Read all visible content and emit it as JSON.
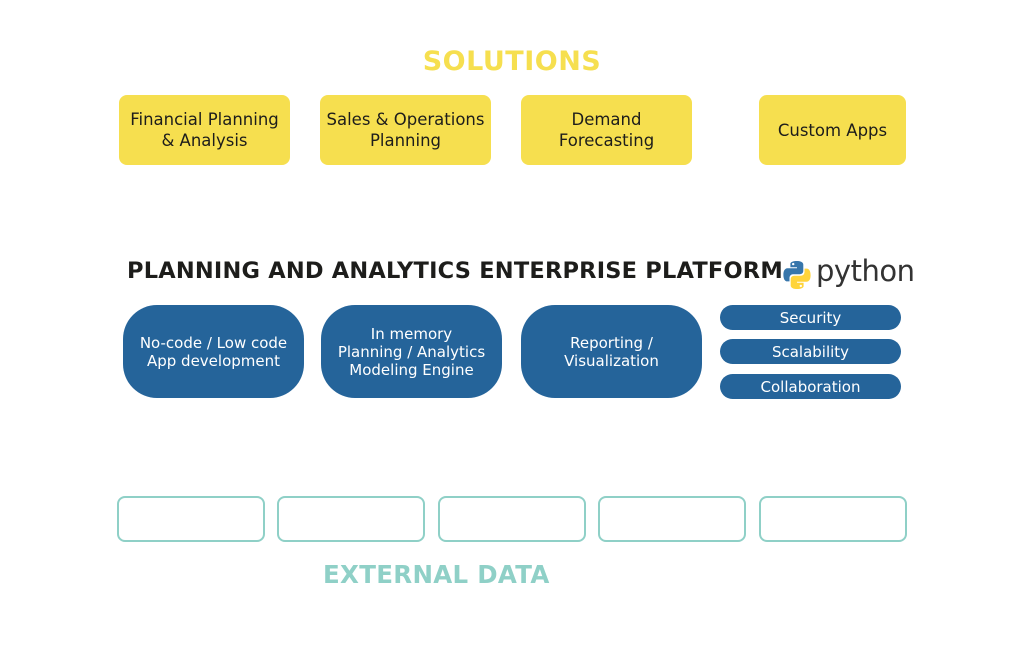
{
  "solutions": {
    "title": "SOLUTIONS",
    "items": [
      "Financial Planning\n& Analysis",
      "Sales & Operations\nPlanning",
      "Demand\nForecasting",
      "Custom Apps"
    ]
  },
  "platform": {
    "title": "PLANNING AND ANALYTICS ENTERPRISE PLATFORM",
    "python_label": "python",
    "capabilities": [
      "No-code / Low code\nApp development",
      "In memory\nPlanning / Analytics\nModeling Engine",
      "Reporting /\nVisualization"
    ],
    "features": [
      "Security",
      "Scalability",
      "Collaboration"
    ]
  },
  "external_data": {
    "title": "EXTERNAL DATA",
    "box_count": 5
  },
  "colors": {
    "solutions_yellow": "#f6df4f",
    "platform_blue": "#25649a",
    "external_teal": "#8fd0c7",
    "python_blue": "#3776ab",
    "python_yellow": "#ffd43b"
  }
}
